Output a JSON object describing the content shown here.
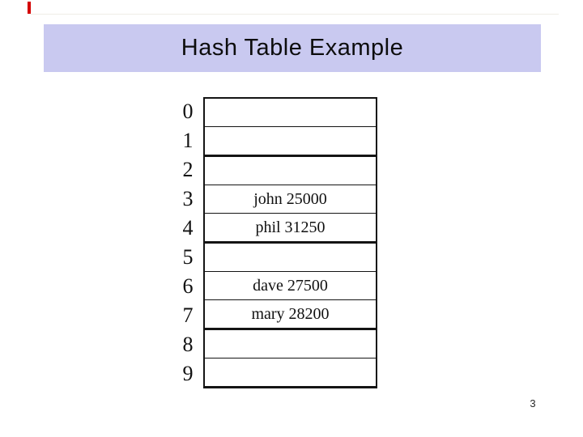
{
  "slide": {
    "title": "Hash Table Example",
    "page_number": "3",
    "colors": {
      "title_banner_bg": "#c9c9f0",
      "edge_artifact_red": "#d40000",
      "table_line": "#141414",
      "text": "#111111"
    }
  },
  "hash_table": {
    "description": "hash table with 10 buckets, indices 0-9",
    "rows": [
      {
        "index": "0",
        "value": ""
      },
      {
        "index": "1",
        "value": ""
      },
      {
        "index": "2",
        "value": ""
      },
      {
        "index": "3",
        "value": "john 25000"
      },
      {
        "index": "4",
        "value": "phil 31250"
      },
      {
        "index": "5",
        "value": ""
      },
      {
        "index": "6",
        "value": "dave 27500"
      },
      {
        "index": "7",
        "value": "mary 28200"
      },
      {
        "index": "8",
        "value": ""
      },
      {
        "index": "9",
        "value": ""
      }
    ]
  }
}
